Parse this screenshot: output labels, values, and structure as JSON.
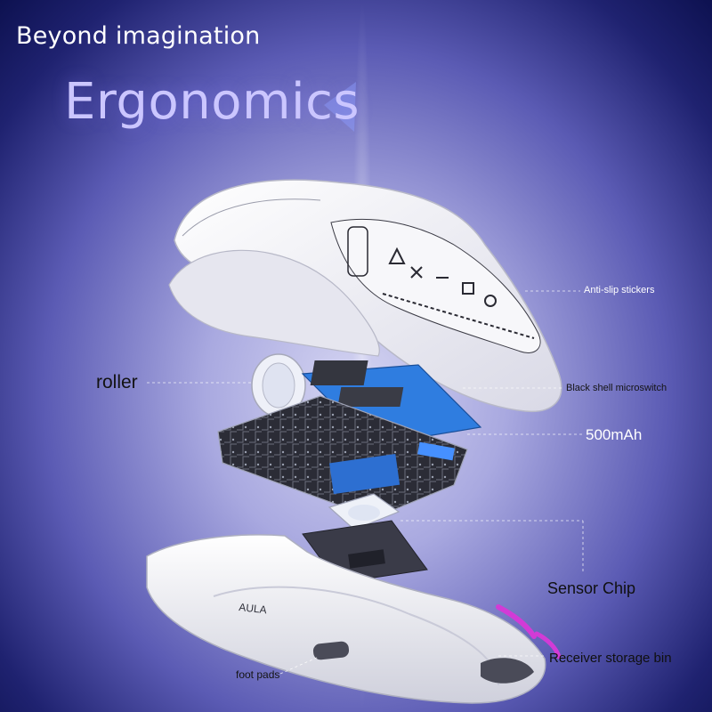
{
  "header": {
    "tagline": "Beyond imagination",
    "title": "Ergonomics"
  },
  "callouts": {
    "anti_slip": "Anti-slip stickers",
    "roller": "roller",
    "microswitch": "Black shell microswitch",
    "battery": "500mAh",
    "sensor": "Sensor Chip",
    "receiver": "Receiver storage bin",
    "foot_pads": "foot pads"
  },
  "product": {
    "brand_mark": "AULA"
  },
  "colors": {
    "background_center": "#d6d6f2",
    "background_edge": "#0d1150",
    "title": "#cbc6ff",
    "accent_blue": "#2f7de0",
    "accent_magenta": "#d23bd6",
    "shell_white": "#f2f2f6"
  }
}
